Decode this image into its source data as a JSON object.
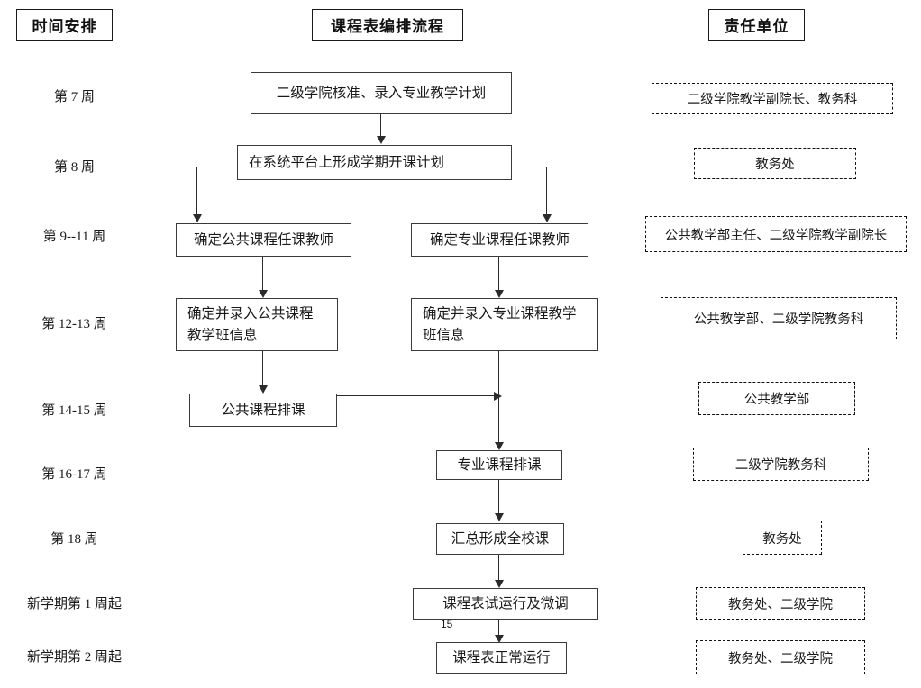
{
  "document": {
    "page_number": "15"
  },
  "headers": [
    {
      "label": "时间安排",
      "name": "header-schedule-time"
    },
    {
      "label": "课程表编排流程",
      "name": "header-process"
    },
    {
      "label": "责任单位",
      "name": "header-responsible-unit"
    }
  ],
  "timeline": [
    {
      "label": "第 7 周"
    },
    {
      "label": "第 8 周"
    },
    {
      "label": "第 9--11 周"
    },
    {
      "label": "第 12-13 周"
    },
    {
      "label": "第 14-15 周"
    },
    {
      "label": "第 16-17 周"
    },
    {
      "label": "第 18 周"
    },
    {
      "label": "新学期第 1 周起"
    },
    {
      "label": "新学期第 2 周起"
    }
  ],
  "process": {
    "step1": {
      "label": "二级学院核准、录入专业教学计划"
    },
    "step2": {
      "label": "在系统平台上形成学期开课计划"
    },
    "step3_left": {
      "label": "确定公共课程任课教师"
    },
    "step3_right": {
      "label": "确定专业课程任课教师"
    },
    "step4_left": {
      "line1": "确定并录入公共课程",
      "line2": "教学班信息"
    },
    "step4_right": {
      "line1": "确定并录入专业课程教学",
      "line2": "班信息"
    },
    "step5_left": {
      "label": "公共课程排课"
    },
    "step6": {
      "label": "专业课程排课"
    },
    "step7": {
      "label": "汇总形成全校课"
    },
    "step8": {
      "label": "课程表试运行及微调"
    },
    "step9": {
      "label": "课程表正常运行"
    }
  },
  "responsible": [
    {
      "label": "二级学院教学副院长、教务科"
    },
    {
      "label": "教务处"
    },
    {
      "label": "公共教学部主任、二级学院教学副院长"
    },
    {
      "label": "公共教学部、二级学院教务科"
    },
    {
      "label": "公共教学部"
    },
    {
      "label": "二级学院教务科"
    },
    {
      "label": "教务处"
    },
    {
      "label": "教务处、二级学院"
    },
    {
      "label": "教务处、二级学院"
    }
  ],
  "colors": {
    "box_border": "#3a3a3a",
    "dashed_border": "#111111",
    "connector": "#2b2b2b",
    "text": "#1a1a1a",
    "background": "#ffffff"
  }
}
